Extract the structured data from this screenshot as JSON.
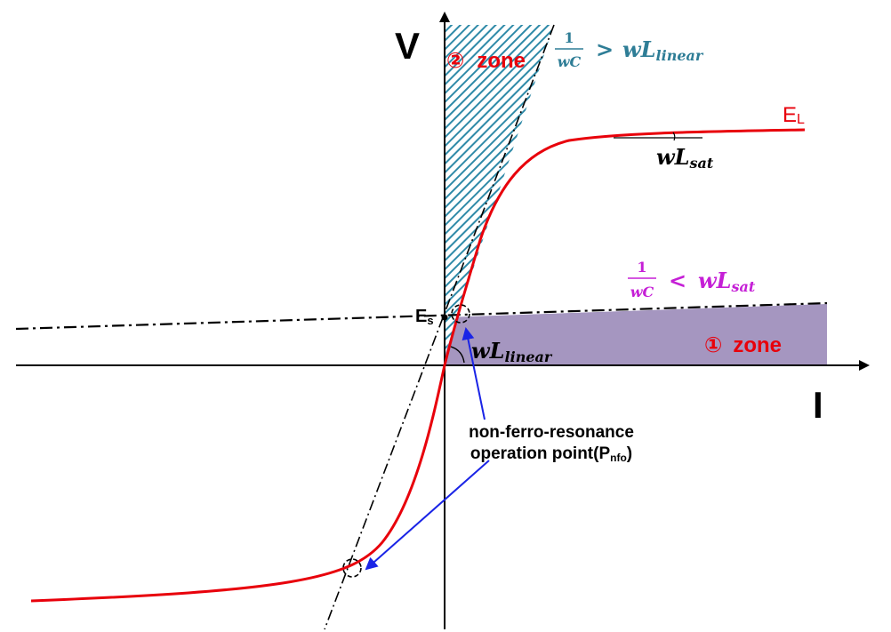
{
  "axes": {
    "v_label": "V",
    "i_label": "I"
  },
  "curve": {
    "label_main": "E",
    "label_sub": "L"
  },
  "source": {
    "label_main": "E",
    "label_sub": "s"
  },
  "zone2": {
    "marker": "②",
    "text": "zone",
    "condition": {
      "numerator": "1",
      "denominator": "wC",
      "operator": ">",
      "rhs_main": "wL",
      "rhs_sub": "linear"
    }
  },
  "zone1": {
    "marker": "①",
    "text": "zone",
    "condition": {
      "numerator": "1",
      "denominator": "wC",
      "operator": "<",
      "rhs_main": "wL",
      "rhs_sub": "sat"
    }
  },
  "slopes": {
    "sat": {
      "main": "wL",
      "sub": "sat"
    },
    "linear": {
      "main": "wL",
      "sub": "linear"
    }
  },
  "annotation": {
    "line1": "non-ferro-resonance",
    "line2": "operation  point(P",
    "line2_sub": "nfo",
    "line2_end": ")"
  },
  "colors": {
    "curve": "#e8000b",
    "zone1_fill": "#a596c0",
    "zone2_hatch": "#2f8aa8",
    "zone2_condition": "#2e7d96",
    "zone1_condition": "#c51fd6",
    "zone_label": "#e8000b",
    "arrow": "#1a24e6",
    "axis": "#000000"
  }
}
